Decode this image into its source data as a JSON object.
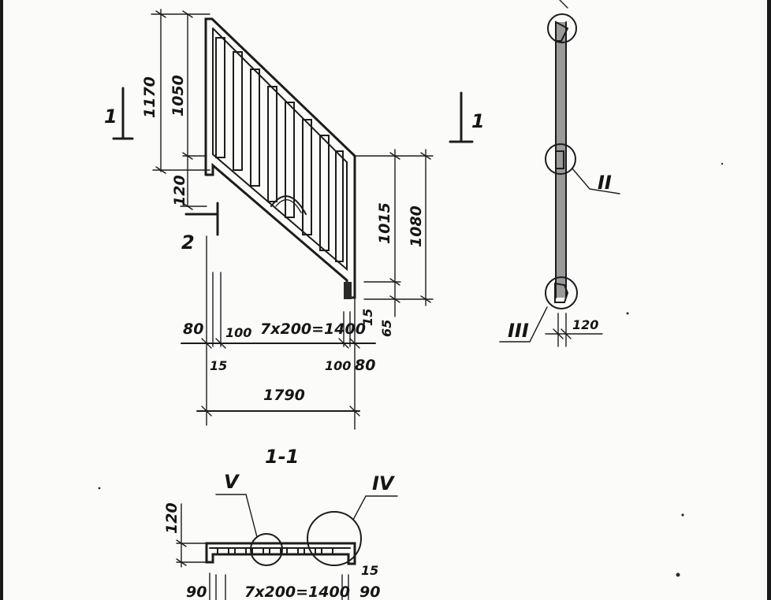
{
  "drawing": {
    "dimensions": {
      "h_1170": "1170",
      "h_1050": "1050",
      "h_120_left": "120",
      "h_1015": "1015",
      "h_1080": "1080",
      "h_15_right": "15",
      "h_65": "65",
      "b_80_left": "80",
      "b_100_left": "100",
      "b_7x200": "7x200=1400",
      "b_15_left": "15",
      "b_100_right": "100",
      "b_80_right": "80",
      "b_1790": "1790",
      "r_120": "120",
      "s_120": "120",
      "s_90_left": "90",
      "s_7x200": "7x200=1400",
      "s_15": "15",
      "s_90_right": "90"
    },
    "section_marks": {
      "mark_1_left": "1",
      "mark_1_right": "1",
      "mark_2": "2",
      "section_title": "1-1"
    },
    "callouts": {
      "node_II": "II",
      "node_III": "III",
      "node_V": "V",
      "node_IV": "IV"
    }
  }
}
